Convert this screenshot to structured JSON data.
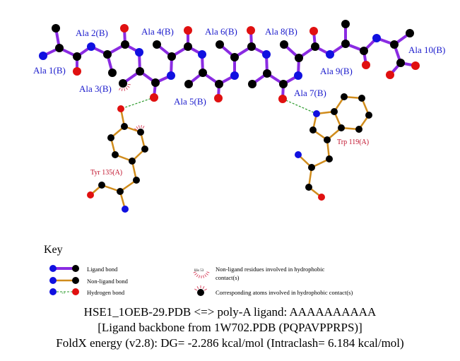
{
  "colors": {
    "ligand_bond": "#8a2be2",
    "nonligand_bond": "#d08c1c",
    "hbond": "#2a9a2a",
    "carbon": "#000000",
    "nitrogen": "#1010e0",
    "oxygen": "#e01010",
    "residue_label": "#1a1acc",
    "nonligand_label": "#c0102a",
    "hydrophobic": "#d02040"
  },
  "ligand_residues": [
    "Ala 1(B)",
    "Ala 2(B)",
    "Ala 3(B)",
    "Ala 4(B)",
    "Ala 5(B)",
    "Ala 6(B)",
    "Ala 7(B)",
    "Ala 8(B)",
    "Ala 9(B)",
    "Ala 10(B)"
  ],
  "nonligand_residues": [
    "Tyr 135(A)",
    "Trp 119(A)"
  ],
  "key": {
    "title": "Key",
    "ligand_bond": "Ligand bond",
    "nonligand_bond": "Non-ligand bond",
    "hydrogen_bond": "Hydrogen bond",
    "hbond_length_sample": "3.0",
    "hydrophobic_sample_residue": "His 53",
    "hydrophobic_residues_line1": "Non-ligand residues involved in hydrophobic",
    "hydrophobic_residues_line2": "contact(s)",
    "hydrophobic_atoms": "Corresponding atoms involved in hydrophobic contact(s)"
  },
  "footer": {
    "line1": "HSE1_1OEB-29.PDB <=> poly-A ligand: AAAAAAAAAA",
    "line2": "[Ligand backbone from 1W702.PDB (PQPAVPPRPS)]",
    "line3": "FoldX energy (v2.8): DG= -2.286 kcal/mol (Intraclash= 6.184 kcal/mol)"
  }
}
